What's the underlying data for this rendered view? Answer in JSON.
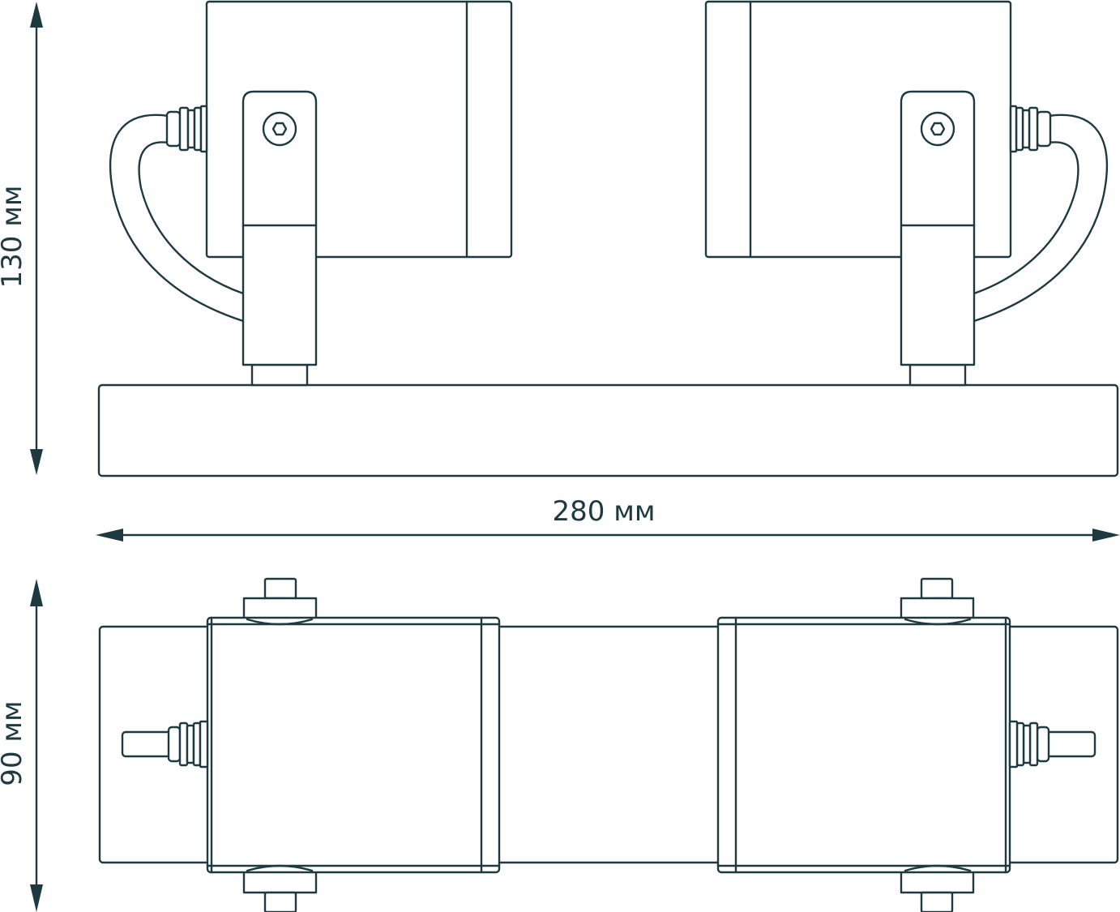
{
  "dimensions": {
    "height": "130 мм",
    "width": "280 мм",
    "depth": "90 мм"
  },
  "colors": {
    "line": "#1e3a40",
    "background": "#ffffff"
  }
}
